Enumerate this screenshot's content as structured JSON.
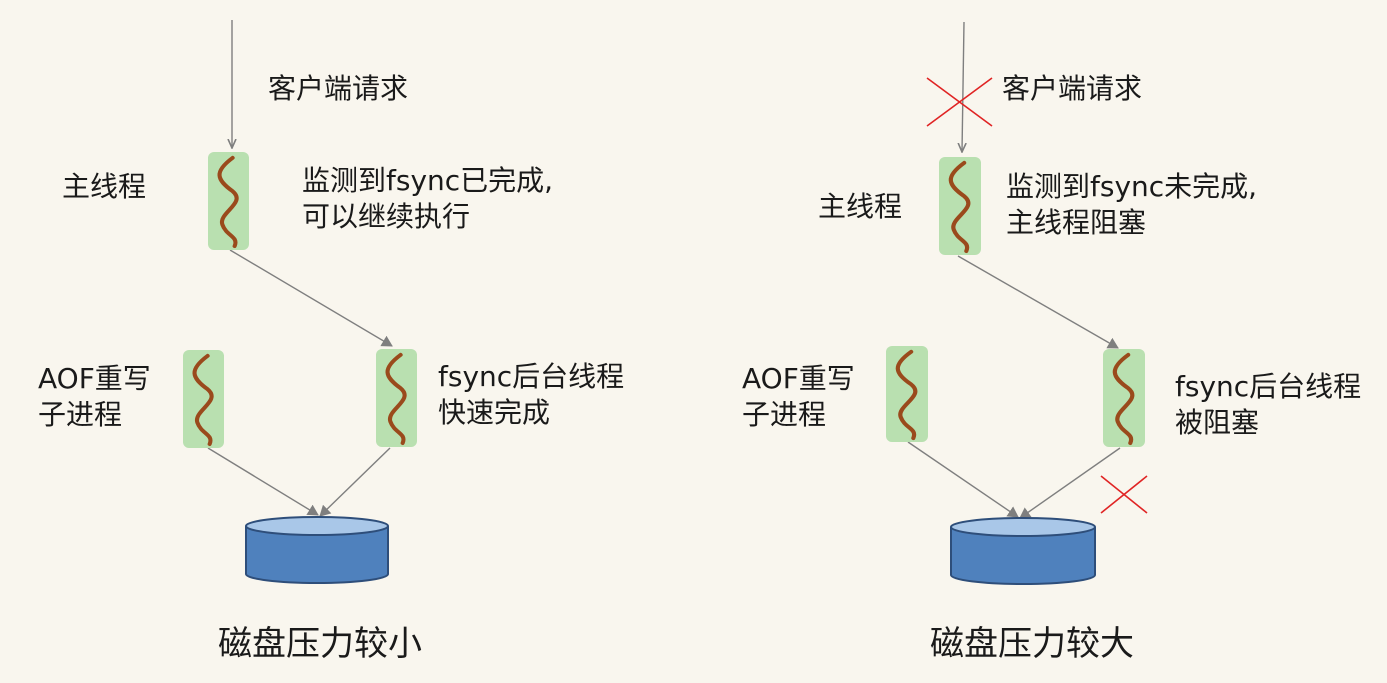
{
  "left": {
    "request_label": "客户端请求",
    "main_thread_label": "主线程",
    "main_status": [
      "监测到fsync已完成,",
      "可以继续执行"
    ],
    "aof_label": [
      "AOF重写",
      "子进程"
    ],
    "fsync_label": [
      "fsync后台线程",
      "快速完成"
    ],
    "caption": "磁盘压力较小"
  },
  "right": {
    "request_label": "客户端请求",
    "main_thread_label": "主线程",
    "main_status": [
      "监测到fsync未完成,",
      "主线程阻塞"
    ],
    "aof_label": [
      "AOF重写",
      "子进程"
    ],
    "fsync_label": [
      "fsync后台线程",
      "被阻塞"
    ],
    "caption": "磁盘压力较大"
  },
  "colors": {
    "background": "#f9f6ee",
    "thread_fill": "#b9e0b0",
    "thread_wave": "#9a4a1c",
    "disk_fill": "#4f81bd",
    "disk_top": "#a9c7e8",
    "disk_stroke": "#2e4e7a",
    "arrow": "#7f7f7f",
    "blocked_mark": "#e02424"
  },
  "icons": [
    "thread-wave-icon",
    "disk-icon",
    "blocked-x-icon"
  ]
}
